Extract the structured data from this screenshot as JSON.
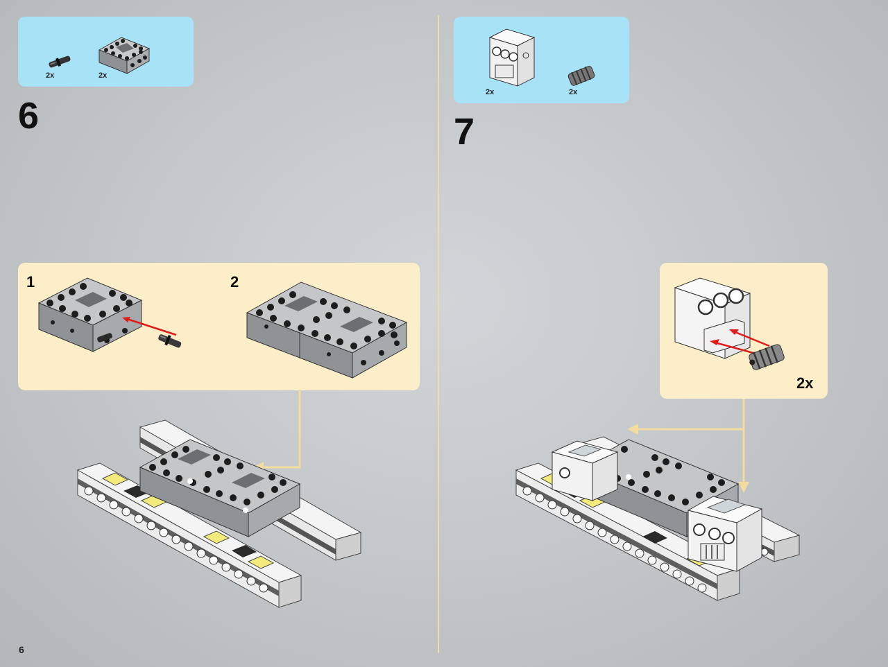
{
  "page": {
    "number": "6"
  },
  "step6": {
    "number": "6",
    "parts": [
      {
        "qty": "2x",
        "icon": "pin-icon"
      },
      {
        "qty": "2x",
        "icon": "brick-frame-icon"
      }
    ],
    "sub_steps": [
      "1",
      "2"
    ]
  },
  "step7": {
    "number": "7",
    "parts": [
      {
        "qty": "2x",
        "icon": "white-brick-icon"
      },
      {
        "qty": "2x",
        "icon": "worm-gear-icon"
      }
    ],
    "callout_qty": "2x"
  },
  "colors": {
    "parts_callout": "#a8e2f6",
    "sub_callout": "#fbeec8",
    "arrow": "#e11a1a",
    "leader": "#f3dca0"
  }
}
